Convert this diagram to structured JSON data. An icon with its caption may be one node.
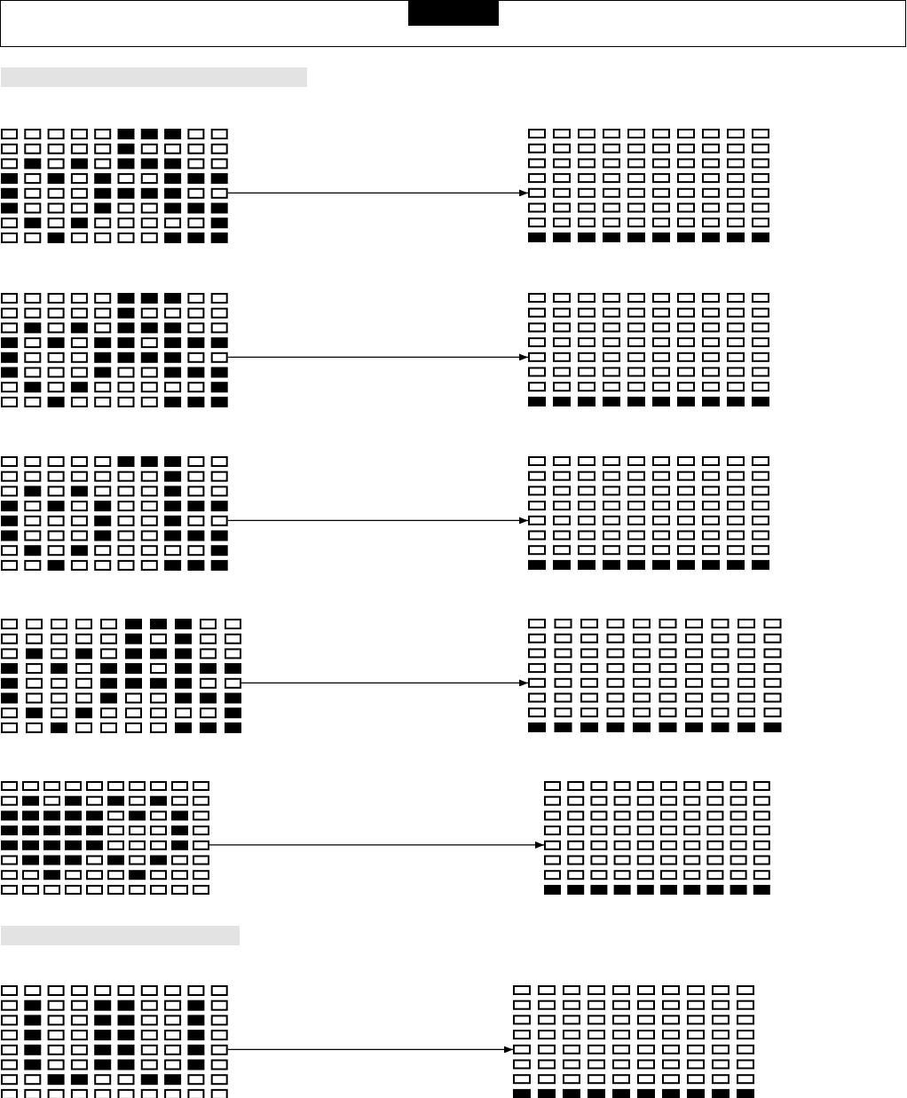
{
  "diagram": {
    "nodes": [
      {
        "text": [],
        "shape": "bar"
      },
      {
        "text": [],
        "shape": "grid"
      },
      {
        "text": [],
        "shape": "grid"
      },
      {
        "text": [],
        "shape": "grid"
      },
      {
        "text": [],
        "shape": "grid"
      },
      {
        "text": [],
        "shape": "grid"
      },
      {
        "text": [],
        "shape": "grid"
      },
      {
        "text": [],
        "shape": "grid"
      },
      {
        "text": [],
        "shape": "grid"
      },
      {
        "text": [],
        "shape": "grid"
      },
      {
        "text": [],
        "shape": "grid"
      },
      {
        "text": [],
        "shape": "bar"
      },
      {
        "text": [],
        "shape": "grid"
      },
      {
        "text": [],
        "shape": "grid"
      }
    ],
    "edges": [
      {
        "from": 1,
        "to": 2,
        "arrow": "to"
      },
      {
        "from": 3,
        "to": 4,
        "arrow": "to"
      },
      {
        "from": 5,
        "to": 6,
        "arrow": "to"
      },
      {
        "from": 7,
        "to": 8,
        "arrow": "to"
      },
      {
        "from": 9,
        "to": 10,
        "arrow": "to"
      },
      {
        "from": 12,
        "to": 13,
        "arrow": "to"
      }
    ]
  }
}
